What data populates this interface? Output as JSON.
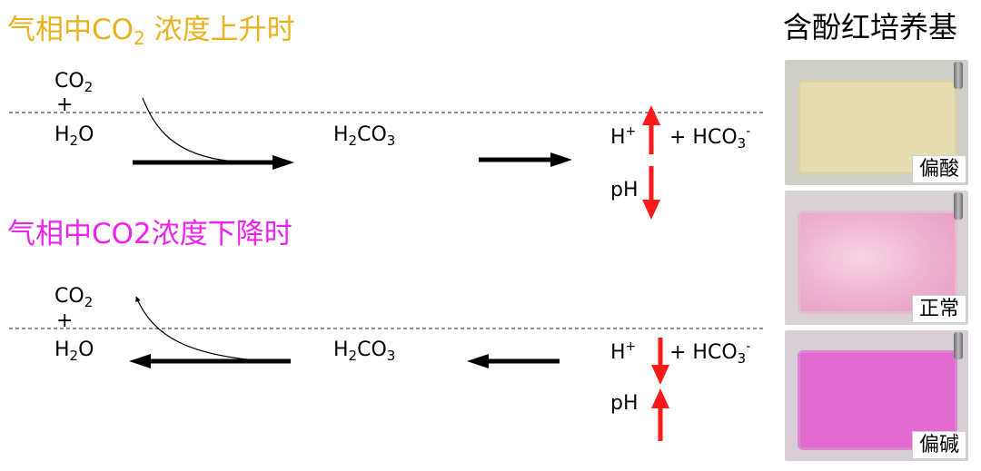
{
  "top": {
    "heading_pre": "气相中CO",
    "heading_sub": "2",
    "heading_post": " 浓度上升时",
    "heading_color": "#E8B21E",
    "co2": "CO",
    "co2_sub": "2",
    "plus": "+",
    "h2o_h": "H",
    "h2o_sub": "2",
    "h2o_o": "O",
    "h2co3_h": "H",
    "h2co3_sub1": "2",
    "h2co3_co": "CO",
    "h2co3_sub2": "3",
    "hplus": "H",
    "hplus_sup": "+",
    "hco3": "+ HCO",
    "hco3_sub": "3",
    "hco3_sup": "-",
    "ph": "pH"
  },
  "bottom": {
    "heading": "气相中CO2浓度下降时",
    "heading_color": "#EE22EE",
    "co2": "CO",
    "co2_sub": "2",
    "plus": "+",
    "h2o_h": "H",
    "h2o_sub": "2",
    "h2o_o": "O",
    "h2co3_h": "H",
    "h2co3_sub1": "2",
    "h2co3_co": "CO",
    "h2co3_sub2": "3",
    "hplus": "H",
    "hplus_sup": "+",
    "hco3": "+ HCO",
    "hco3_sub": "3",
    "hco3_sup": "-",
    "ph": "pH"
  },
  "media": {
    "title": "含酚红培养基",
    "photos": [
      {
        "label": "偏酸",
        "color": "#E3DDB0"
      },
      {
        "label": "正常",
        "color": "#EDB1CE"
      },
      {
        "label": "偏碱",
        "color": "#E36AD3"
      }
    ]
  },
  "colors": {
    "ph_arrow": "#FF1A1A",
    "reaction_arrow": "#000000"
  }
}
